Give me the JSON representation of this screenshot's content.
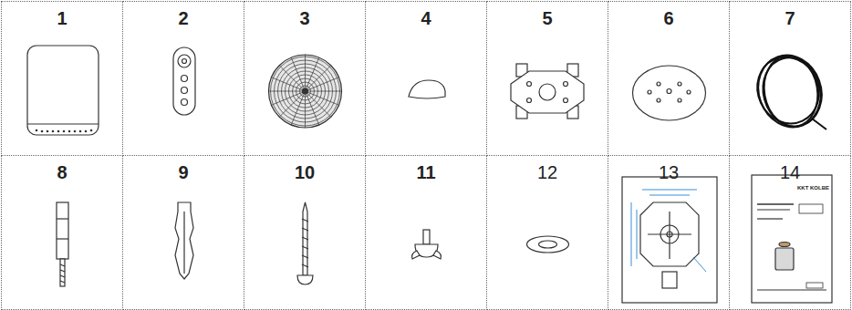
{
  "diagram": {
    "nodes": [
      {
        "text": [
          "1"
        ]
      },
      {
        "text": [
          "2"
        ]
      },
      {
        "text": [
          "3"
        ]
      },
      {
        "text": [
          "4"
        ]
      },
      {
        "text": [
          "5"
        ]
      },
      {
        "text": [
          "6"
        ]
      },
      {
        "text": [
          "7"
        ]
      },
      {
        "text": [
          "8"
        ]
      },
      {
        "text": [
          "9"
        ]
      },
      {
        "text": [
          "10"
        ]
      },
      {
        "text": [
          "11"
        ]
      },
      {
        "text": [
          "12"
        ]
      },
      {
        "text": [
          "13"
        ]
      },
      {
        "text": [
          "14"
        ]
      }
    ],
    "labels": [
      "KKT KOLBE"
    ]
  }
}
